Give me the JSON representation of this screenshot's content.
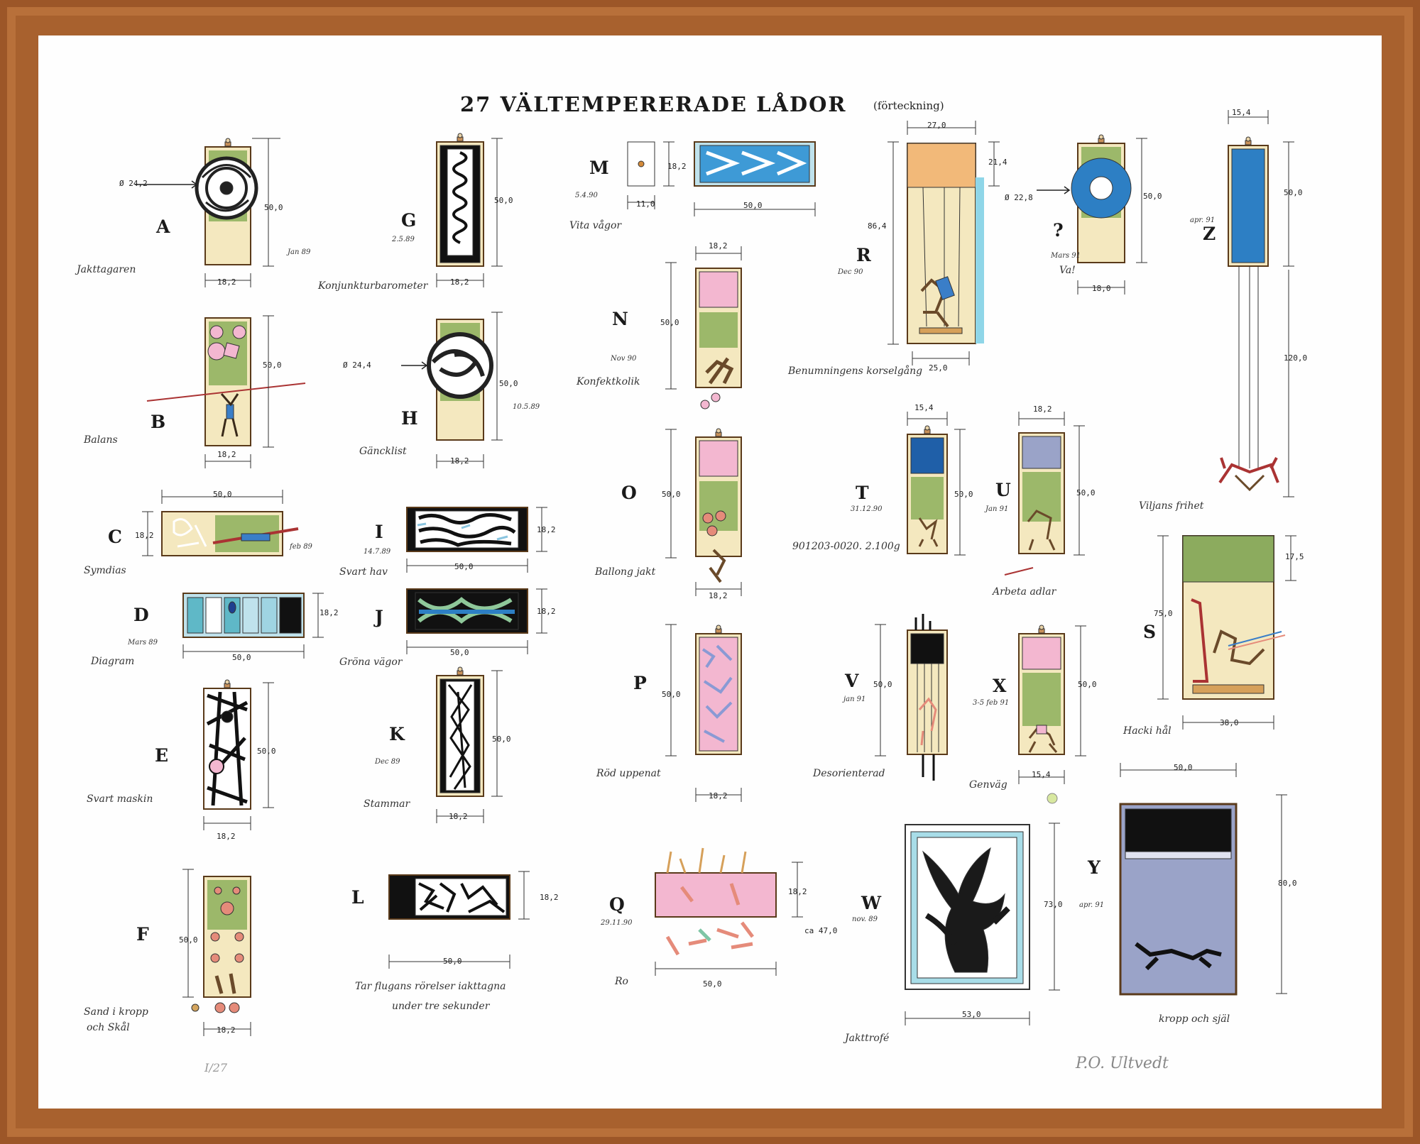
{
  "title": "27 VÄLTEMPERERADE LÅDOR",
  "subtitle": "(förteckning)",
  "edition": "I/27",
  "signature": "P.O. Ultvedt",
  "colors": {
    "frame": "#a8612e",
    "paper": "#fefefe",
    "olive": "#9cb86a",
    "cream": "#f4e8bf",
    "pink": "#f3b7d0",
    "blue": "#2d7fc4",
    "navy": "#1f5fa8",
    "gray_blue": "#9aa3c8",
    "orange": "#f2b979",
    "wood": "#c8915a"
  },
  "boxes": {
    "A": {
      "letter": "A",
      "caption": "Jakttagaren",
      "date": "Jan 89",
      "dims": [
        "Ø 24,2",
        "50,0",
        "18,2"
      ]
    },
    "B": {
      "letter": "B",
      "caption": "Balans",
      "dims": [
        "50,0",
        "18,2"
      ]
    },
    "C": {
      "letter": "C",
      "caption": "Symdias",
      "date": "feb 89",
      "dims": [
        "50,0",
        "18,2"
      ]
    },
    "D": {
      "letter": "D",
      "caption": "Diagram",
      "date": "Mars 89",
      "dims": [
        "18,2",
        "50,0"
      ]
    },
    "E": {
      "letter": "E",
      "caption": "Svart maskin",
      "dims": [
        "50,0",
        "18,2"
      ]
    },
    "F": {
      "letter": "F",
      "caption": "Sand i kropp",
      "caption2": "och Skål",
      "dims": [
        "50,0",
        "18,2"
      ]
    },
    "G": {
      "letter": "G",
      "caption": "Konjunkturbarometer",
      "date": "2.5.89",
      "dims": [
        "50,0",
        "18,2"
      ]
    },
    "H": {
      "letter": "H",
      "caption": "Gäncklist",
      "date": "10.5.89",
      "dims": [
        "Ø 24,4",
        "50,0",
        "18,2"
      ]
    },
    "I": {
      "letter": "I",
      "caption": "Svart hav",
      "date": "14.7.89",
      "dims": [
        "18,2",
        "50,0"
      ]
    },
    "J": {
      "letter": "J",
      "caption": "Gröna vägor",
      "dims": [
        "18,2",
        "50,0"
      ]
    },
    "K": {
      "letter": "K",
      "caption": "Stammar",
      "date": "Dec 89",
      "dims": [
        "50,0",
        "18,2"
      ]
    },
    "L": {
      "letter": "L",
      "caption": "Tar flugans rörelser iakttagna",
      "caption2": "under tre sekunder",
      "dims": [
        "18,2",
        "50,0"
      ]
    },
    "M": {
      "letter": "M",
      "caption": "Vita vågor",
      "date": "5.4.90",
      "dims": [
        "18,2",
        "11,0",
        "50,0"
      ]
    },
    "N": {
      "letter": "N",
      "caption": "Konfektkolik",
      "date": "Nov 90",
      "dims": [
        "18,2",
        "50,0"
      ]
    },
    "O": {
      "letter": "O",
      "caption": "Ballong jakt",
      "dims": [
        "50,0",
        "18,2"
      ]
    },
    "P": {
      "letter": "P",
      "caption": "Röd uppenat",
      "dims": [
        "50,0",
        "18,2"
      ]
    },
    "Q": {
      "letter": "Q",
      "caption": "Ro",
      "date": "29.11.90",
      "dims": [
        "18,2",
        "ca 47,0",
        "50,0"
      ]
    },
    "R": {
      "letter": "R",
      "caption": "Benumningens korselgång",
      "date": "Dec 90",
      "dims": [
        "27,0",
        "21,4",
        "86,4",
        "25,0"
      ]
    },
    "Q2": {
      "letter": "?",
      "caption": "Va!",
      "date": "Mars 91",
      "dims": [
        "Ø 22,8",
        "50,0",
        "18,0"
      ]
    },
    "Z": {
      "letter": "Z",
      "caption": "Viljans frihet",
      "date": "apr. 91",
      "dims": [
        "15,4",
        "50,0",
        "120,0"
      ]
    },
    "T": {
      "letter": "T",
      "caption": "901203-0020. 2.100g",
      "date": "31.12.90",
      "dims": [
        "15,4",
        "50,0"
      ]
    },
    "U": {
      "letter": "U",
      "caption": "Arbeta adlar",
      "date": "Jan 91",
      "dims": [
        "18,2",
        "50,0"
      ]
    },
    "S": {
      "letter": "S",
      "caption": "Hacki hål",
      "dims": [
        "17,5",
        "75,0",
        "38,0"
      ]
    },
    "V": {
      "letter": "V",
      "caption": "Desorienterad",
      "date": "jan 91",
      "dims": [
        "50,0"
      ]
    },
    "X": {
      "letter": "X",
      "caption": "Genväg",
      "date": "3-5 feb 91",
      "dims": [
        "50,0",
        "15,4"
      ]
    },
    "W": {
      "letter": "W",
      "caption": "Jakttrofé",
      "date": "nov. 89",
      "dims": [
        "73,0",
        "53,0"
      ]
    },
    "Y": {
      "letter": "Y",
      "caption": "kropp och själ",
      "date": "apr. 91",
      "dims": [
        "50,0",
        "80,0"
      ]
    }
  }
}
